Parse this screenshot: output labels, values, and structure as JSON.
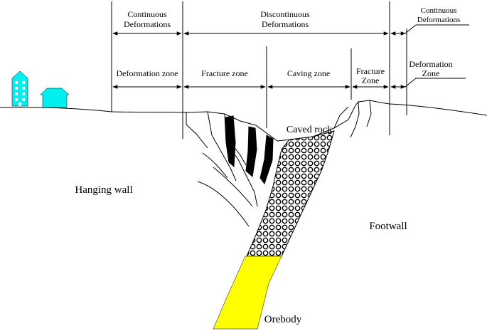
{
  "header": {
    "continuous_left": [
      "Continuous",
      "Deformations"
    ],
    "discontinuous": [
      "Discontinuous",
      "Deformations"
    ],
    "continuous_right": [
      "Continuous",
      "Deformations"
    ]
  },
  "zones": {
    "deformation_zone_left": "Deformation zone",
    "fracture_zone_left": "Fracture zone",
    "caving_zone": "Caving zone",
    "fracture_zone_right": [
      "Fracture",
      "Zone"
    ],
    "deformation_zone_right": [
      "Deformation",
      "Zone"
    ]
  },
  "regions": {
    "caved_rock": "Caved rock",
    "hanging_wall": "Hanging wall",
    "footwall": "Footwall",
    "orebody": "Orebody"
  },
  "colors": {
    "building": "#00f0f0",
    "orebody": "#ffff00",
    "line": "#000000"
  },
  "icons": [
    "tall-building-icon",
    "house-icon"
  ]
}
